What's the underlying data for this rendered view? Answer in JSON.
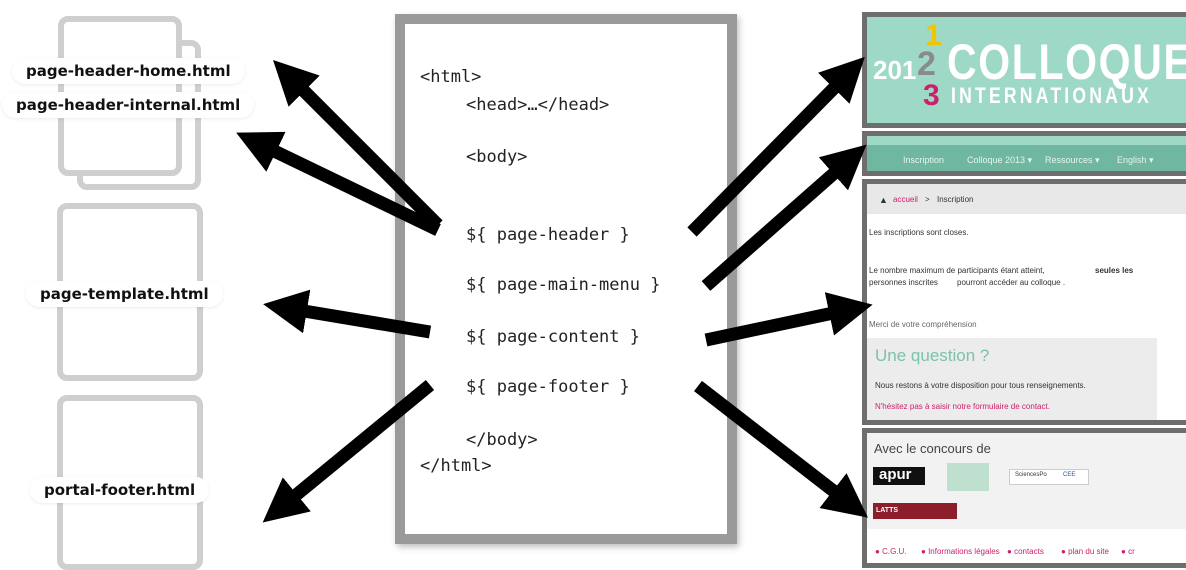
{
  "left_files": {
    "header_home": "page-header-home.html",
    "header_internal": "page-header-internal.html",
    "template": "page-template.html",
    "footer": "portal-footer.html"
  },
  "template_code": {
    "html_open": "<html>",
    "head": "<head>…</head>",
    "body_open": "<body>",
    "var_header": "${ page-header }",
    "var_menu": "${ page-main-menu }",
    "var_content": "${ page-content }",
    "var_footer": "${ page-footer }",
    "body_close": "</body>",
    "html_close": "</html>"
  },
  "site_header": {
    "year_prefix": "201",
    "digit_top": "1",
    "digit_mid": "2",
    "digit_bottom": "3",
    "title_main": "COLLOQUES",
    "title_sub": "INTERNATIONAUX"
  },
  "site_menu": {
    "items": [
      "Inscription",
      "Colloque 2013 ▾",
      "Ressources ▾",
      "English ▾"
    ]
  },
  "site_content": {
    "breadcrumb_home": "accueil",
    "breadcrumb_sep": " > ",
    "breadcrumb_current": "Inscription",
    "line1": "Les inscriptions sont closes.",
    "line2_a": "Le nombre maximum de participants étant atteint,",
    "line2_b": "seules les",
    "line3_a": "personnes inscrites",
    "line3_b": "pourront accéder au colloque .",
    "line4": "Merci de votre compréhension",
    "question_title": "Une question ?",
    "question_line1": "Nous restons à votre disposition pour tous renseignements.",
    "question_link": "N'hésitez pas à saisir notre formulaire de contact."
  },
  "site_footer": {
    "concours": "Avec le concours de",
    "logo_apur": "apur",
    "logo_sciencespo": "SciencesPo",
    "logo_cee": "CEE",
    "logo_latts": "LATTS",
    "links": [
      "C.G.U.",
      "Informations légales",
      "contacts",
      "plan du site",
      "cr"
    ]
  },
  "colors": {
    "header_bg": "#9ed8c6",
    "menu_bg": "#6fb7a0",
    "accent_pink": "#cc1f6a",
    "arrow": "#000000"
  }
}
